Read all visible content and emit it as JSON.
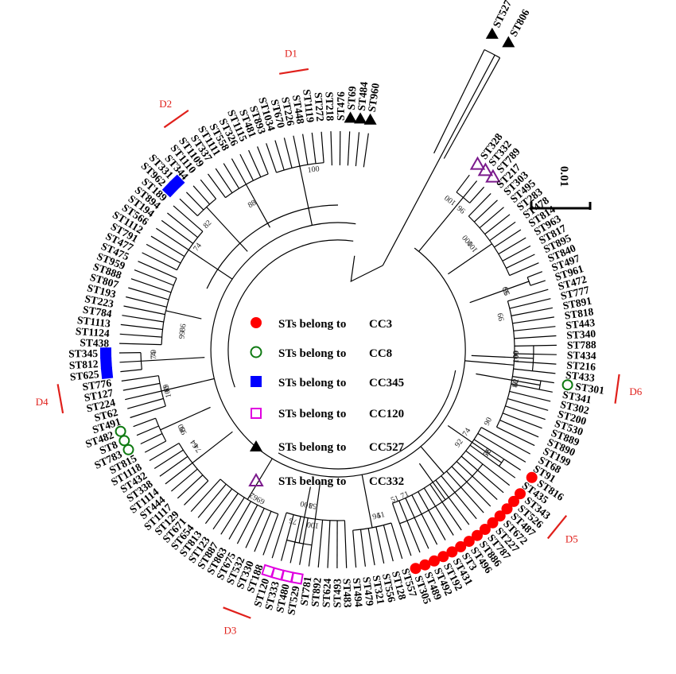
{
  "legend": [
    {
      "marker": "filled-circle",
      "color": "#ff0000",
      "prefix": "STs belong to",
      "cc": "CC3"
    },
    {
      "marker": "open-circle",
      "color": "#0f7a12",
      "prefix": "STs belong to",
      "cc": "CC8"
    },
    {
      "marker": "filled-square",
      "color": "#0000ff",
      "prefix": "STs belong to",
      "cc": "CC345"
    },
    {
      "marker": "open-square",
      "color": "#e000e0",
      "prefix": "STs belong to",
      "cc": "CC120"
    },
    {
      "marker": "filled-triangle",
      "color": "#000000",
      "prefix": "STs belong to",
      "cc": "CC527"
    },
    {
      "marker": "open-triangle",
      "color": "#7b1a8c",
      "prefix": "STs belong to",
      "cc": "CC332"
    }
  ],
  "scale_bar": {
    "label": "0.01"
  },
  "divisions": [
    "D1",
    "D2",
    "D3",
    "D4",
    "D5",
    "D6"
  ],
  "bootstrap_values": [
    "100",
    "100",
    "95",
    "99",
    "100",
    "86",
    "92",
    "52",
    "51",
    "94",
    "100",
    "100",
    "62",
    "64",
    "80",
    "69",
    "79",
    "86",
    "74",
    "82",
    "88",
    "100",
    "80",
    "98",
    "96",
    "100",
    "50",
    "90",
    "99",
    "62",
    "74",
    "76",
    "71",
    "51",
    "58",
    "75",
    "69",
    "74",
    "99",
    "100",
    "74",
    "99"
  ],
  "tips": [
    {
      "label": "ST527",
      "marker": "filled-triangle"
    },
    {
      "label": "ST806",
      "marker": "filled-triangle"
    },
    {
      "label": "ST328",
      "marker": "open-triangle"
    },
    {
      "label": "ST332",
      "marker": "open-triangle"
    },
    {
      "label": "ST789",
      "marker": "open-triangle"
    },
    {
      "label": "ST217",
      "marker": ""
    },
    {
      "label": "ST303",
      "marker": ""
    },
    {
      "label": "ST495",
      "marker": ""
    },
    {
      "label": "ST283",
      "marker": ""
    },
    {
      "label": "ST478",
      "marker": ""
    },
    {
      "label": "ST814",
      "marker": ""
    },
    {
      "label": "ST963",
      "marker": ""
    },
    {
      "label": "ST817",
      "marker": ""
    },
    {
      "label": "ST895",
      "marker": ""
    },
    {
      "label": "ST840",
      "marker": ""
    },
    {
      "label": "ST497",
      "marker": ""
    },
    {
      "label": "ST961",
      "marker": ""
    },
    {
      "label": "ST472",
      "marker": ""
    },
    {
      "label": "ST777",
      "marker": ""
    },
    {
      "label": "ST891",
      "marker": ""
    },
    {
      "label": "ST818",
      "marker": ""
    },
    {
      "label": "ST443",
      "marker": ""
    },
    {
      "label": "ST340",
      "marker": ""
    },
    {
      "label": "ST788",
      "marker": ""
    },
    {
      "label": "ST434",
      "marker": ""
    },
    {
      "label": "ST216",
      "marker": ""
    },
    {
      "label": "ST433",
      "marker": ""
    },
    {
      "label": "ST301",
      "marker": "open-circle"
    },
    {
      "label": "ST341",
      "marker": ""
    },
    {
      "label": "ST302",
      "marker": ""
    },
    {
      "label": "ST200",
      "marker": ""
    },
    {
      "label": "ST530",
      "marker": ""
    },
    {
      "label": "ST889",
      "marker": ""
    },
    {
      "label": "ST890",
      "marker": ""
    },
    {
      "label": "ST199",
      "marker": ""
    },
    {
      "label": "ST68",
      "marker": ""
    },
    {
      "label": "ST91",
      "marker": ""
    },
    {
      "label": "ST816",
      "marker": "filled-circle"
    },
    {
      "label": "ST435",
      "marker": ""
    },
    {
      "label": "ST343",
      "marker": "filled-circle"
    },
    {
      "label": "ST526",
      "marker": "filled-circle"
    },
    {
      "label": "ST487",
      "marker": "filled-circle"
    },
    {
      "label": "ST672",
      "marker": "filled-circle"
    },
    {
      "label": "ST227",
      "marker": "filled-circle"
    },
    {
      "label": "ST787",
      "marker": "filled-circle"
    },
    {
      "label": "ST886",
      "marker": "filled-circle"
    },
    {
      "label": "ST496",
      "marker": "filled-circle"
    },
    {
      "label": "ST3",
      "marker": "filled-circle"
    },
    {
      "label": "ST431",
      "marker": "filled-circle"
    },
    {
      "label": "ST192",
      "marker": "filled-circle"
    },
    {
      "label": "ST492",
      "marker": "filled-circle"
    },
    {
      "label": "ST489",
      "marker": "filled-circle"
    },
    {
      "label": "ST305",
      "marker": "filled-circle"
    },
    {
      "label": "ST557",
      "marker": ""
    },
    {
      "label": "ST128",
      "marker": ""
    },
    {
      "label": "ST556",
      "marker": ""
    },
    {
      "label": "ST321",
      "marker": ""
    },
    {
      "label": "ST479",
      "marker": ""
    },
    {
      "label": "ST494",
      "marker": ""
    },
    {
      "label": "ST483",
      "marker": ""
    },
    {
      "label": "ST493",
      "marker": ""
    },
    {
      "label": "ST624",
      "marker": ""
    },
    {
      "label": "ST892",
      "marker": ""
    },
    {
      "label": "ST781",
      "marker": ""
    },
    {
      "label": "ST529",
      "marker": "open-square"
    },
    {
      "label": "ST480",
      "marker": "open-square"
    },
    {
      "label": "ST333",
      "marker": "open-square"
    },
    {
      "label": "ST120",
      "marker": "open-square"
    },
    {
      "label": "ST188",
      "marker": ""
    },
    {
      "label": "ST330",
      "marker": ""
    },
    {
      "label": "ST532",
      "marker": ""
    },
    {
      "label": "ST675",
      "marker": ""
    },
    {
      "label": "ST863",
      "marker": ""
    },
    {
      "label": "ST887",
      "marker": ""
    },
    {
      "label": "ST123",
      "marker": ""
    },
    {
      "label": "ST813",
      "marker": ""
    },
    {
      "label": "ST654",
      "marker": ""
    },
    {
      "label": "ST671",
      "marker": ""
    },
    {
      "label": "ST129",
      "marker": ""
    },
    {
      "label": "ST1117",
      "marker": ""
    },
    {
      "label": "ST444",
      "marker": ""
    },
    {
      "label": "ST1114",
      "marker": ""
    },
    {
      "label": "ST338",
      "marker": ""
    },
    {
      "label": "ST432",
      "marker": ""
    },
    {
      "label": "ST1118",
      "marker": ""
    },
    {
      "label": "ST815",
      "marker": ""
    },
    {
      "label": "ST783",
      "marker": "open-circle"
    },
    {
      "label": "ST8",
      "marker": "open-circle"
    },
    {
      "label": "ST482",
      "marker": "open-circle"
    },
    {
      "label": "ST491",
      "marker": ""
    },
    {
      "label": "ST62",
      "marker": ""
    },
    {
      "label": "ST224",
      "marker": ""
    },
    {
      "label": "ST127",
      "marker": ""
    },
    {
      "label": "ST776",
      "marker": ""
    },
    {
      "label": "ST625",
      "marker": "filled-square"
    },
    {
      "label": "ST812",
      "marker": "filled-square"
    },
    {
      "label": "ST345",
      "marker": "filled-square"
    },
    {
      "label": "ST438",
      "marker": ""
    },
    {
      "label": "ST1124",
      "marker": ""
    },
    {
      "label": "ST1113",
      "marker": ""
    },
    {
      "label": "ST784",
      "marker": ""
    },
    {
      "label": "ST223",
      "marker": ""
    },
    {
      "label": "ST193",
      "marker": ""
    },
    {
      "label": "ST807",
      "marker": ""
    },
    {
      "label": "ST888",
      "marker": ""
    },
    {
      "label": "ST959",
      "marker": ""
    },
    {
      "label": "ST475",
      "marker": ""
    },
    {
      "label": "ST477",
      "marker": ""
    },
    {
      "label": "ST791",
      "marker": ""
    },
    {
      "label": "ST1112",
      "marker": ""
    },
    {
      "label": "ST566",
      "marker": ""
    },
    {
      "label": "ST194",
      "marker": ""
    },
    {
      "label": "ST894",
      "marker": ""
    },
    {
      "label": "ST189",
      "marker": ""
    },
    {
      "label": "ST962",
      "marker": "filled-square"
    },
    {
      "label": "ST331",
      "marker": "filled-square"
    },
    {
      "label": "ST344",
      "marker": ""
    },
    {
      "label": "ST1110",
      "marker": ""
    },
    {
      "label": "ST1109",
      "marker": ""
    },
    {
      "label": "ST337",
      "marker": ""
    },
    {
      "label": "ST1111",
      "marker": ""
    },
    {
      "label": "ST558",
      "marker": ""
    },
    {
      "label": "ST326",
      "marker": ""
    },
    {
      "label": "ST1115",
      "marker": ""
    },
    {
      "label": "ST481",
      "marker": ""
    },
    {
      "label": "ST893",
      "marker": ""
    },
    {
      "label": "ST1034",
      "marker": ""
    },
    {
      "label": "ST670",
      "marker": ""
    },
    {
      "label": "ST226",
      "marker": ""
    },
    {
      "label": "ST448",
      "marker": ""
    },
    {
      "label": "ST1119",
      "marker": ""
    },
    {
      "label": "ST272",
      "marker": ""
    },
    {
      "label": "ST218",
      "marker": ""
    },
    {
      "label": "ST476",
      "marker": ""
    },
    {
      "label": "ST69",
      "marker": "filled-triangle"
    },
    {
      "label": "ST484",
      "marker": "filled-triangle"
    },
    {
      "label": "ST960",
      "marker": "filled-triangle"
    }
  ]
}
